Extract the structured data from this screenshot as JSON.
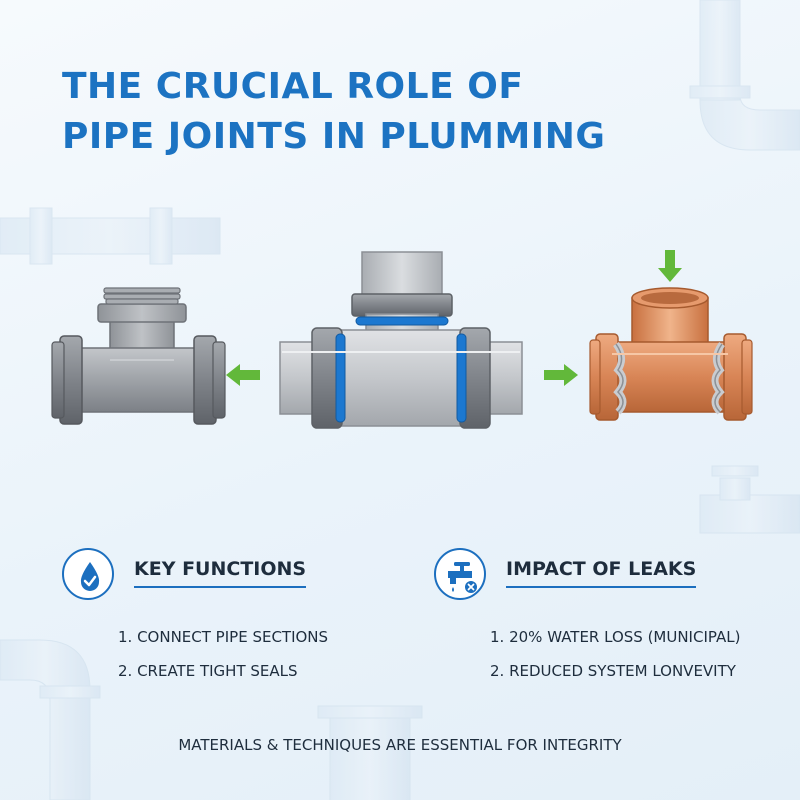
{
  "title": {
    "line1": "THE CRUCIAL ROLE OF",
    "line2": "PIPE JOINTS IN PLUMMING"
  },
  "colors": {
    "accent": "#1c73c2",
    "arrow": "#62b83a",
    "copper": "#dd8c5e",
    "steel": "#a9adb2",
    "ring": "#1c78d0",
    "text": "#1e2d3d"
  },
  "illustrations": [
    "threaded-steel-tee",
    "sealed-pvc-tee",
    "copper-tee"
  ],
  "key_functions": {
    "icon": "water-drop-check-icon",
    "heading": "KEY FUNCTIONS",
    "items": [
      "1. CONNECT PIPE SECTIONS",
      "2. CREATE TIGHT SEALS"
    ]
  },
  "impact": {
    "icon": "leaking-faucet-icon",
    "heading": "IMPACT OF LEAKS",
    "items": [
      "1. 20% WATER LOSS (MUNICIPAL)",
      "2. REDUCED SYSTEM LONVEVITY"
    ]
  },
  "footer": "MATERIALS & TECHNIQUES ARE ESSENTIAL FOR INTEGRITY"
}
